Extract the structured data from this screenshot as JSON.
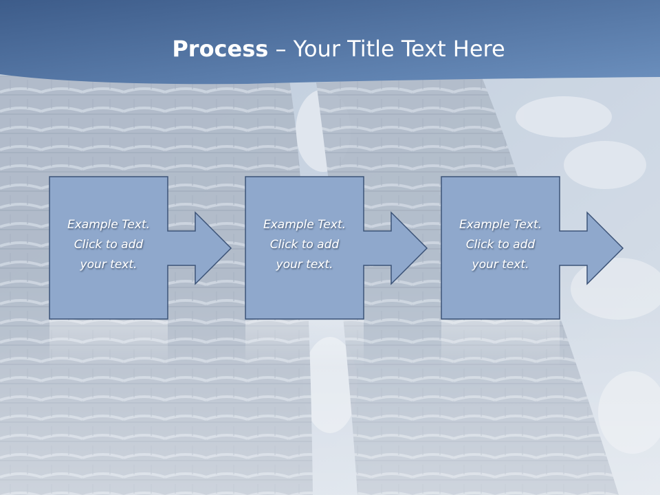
{
  "title": {
    "bold": "Process",
    "dash": "–",
    "rest": "Your Title Text Here"
  },
  "steps": [
    {
      "lines": [
        "Example Text.",
        "Click  to add",
        "your text."
      ]
    },
    {
      "lines": [
        "Example Text.",
        "Click  to add",
        "your text."
      ]
    },
    {
      "lines": [
        "Example Text.",
        "Click  to add",
        "your text."
      ]
    }
  ],
  "colors": {
    "header_dark": "#3e5e8c",
    "header_light": "#6a8fbd",
    "box_fill": "#8fa8cc",
    "box_stroke": "#3b5276",
    "text": "#ffffff"
  }
}
